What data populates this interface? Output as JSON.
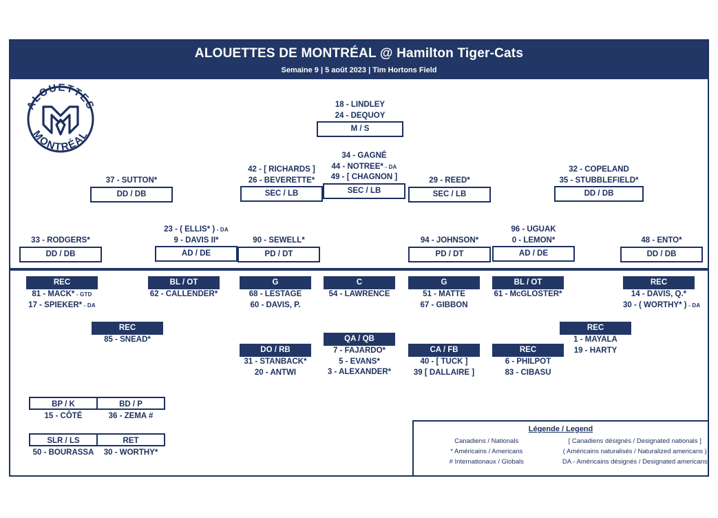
{
  "header": {
    "title": "ALOUETTES DE MONTRÉAL @ Hamilton Tiger-Cats",
    "subtitle": "Semaine 9  |  5 août 2023  |  Tim Hortons Field"
  },
  "logo": {
    "top_text": "ALOUETTES",
    "bottom_text": "MONTRÉAL",
    "alt": "Alouettes de Montréal circular crest"
  },
  "defense": [
    {
      "id": "ms",
      "position": "M / S",
      "players": [
        "18 - LINDLEY",
        "24 - DEQUOY"
      ]
    },
    {
      "id": "dd-db-left-outer",
      "position": "DD / DB",
      "players": [
        "37 - SUTTON*"
      ]
    },
    {
      "id": "sec-lb-left",
      "position": "SEC / LB",
      "players": [
        "42 - [ RICHARDS ]",
        "26 - BEVERETTE*"
      ]
    },
    {
      "id": "sec-lb-mid",
      "position": "SEC / LB",
      "players": [
        "34 - GAGNÉ",
        "44 - NOTREE* - DA",
        "49 - [ CHAGNON ]"
      ]
    },
    {
      "id": "sec-lb-right",
      "position": "SEC / LB",
      "players": [
        "29 - REED*"
      ]
    },
    {
      "id": "dd-db-right-outer",
      "position": "DD / DB",
      "players": [
        "32 - COPELAND",
        "35 - STUBBLEFIELD*"
      ]
    },
    {
      "id": "dd-db-far-left",
      "position": "DD / DB",
      "players": [
        "33 - RODGERS*"
      ]
    },
    {
      "id": "ad-de-left",
      "position": "AD / DE",
      "players": [
        "23 - ( ELLIS* ) - DA",
        "9 - DAVIS II*"
      ]
    },
    {
      "id": "pd-dt-left",
      "position": "PD / DT",
      "players": [
        "90 - SEWELL*"
      ]
    },
    {
      "id": "pd-dt-right",
      "position": "PD / DT",
      "players": [
        "94 - JOHNSON*"
      ]
    },
    {
      "id": "ad-de-right",
      "position": "AD / DE",
      "players": [
        "96 - UGUAK",
        "0 - LEMON*"
      ]
    },
    {
      "id": "dd-db-far-right",
      "position": "DD / DB",
      "players": [
        "48 - ENTO*"
      ]
    }
  ],
  "offense": [
    {
      "id": "rec-far-left",
      "position": "REC",
      "players": [
        "81 - MACK* - GTD",
        "17 - SPIEKER* - DA"
      ]
    },
    {
      "id": "bl-ot-left",
      "position": "BL / OT",
      "players": [
        "62 - CALLENDER*"
      ]
    },
    {
      "id": "g-left",
      "position": "G",
      "players": [
        "68 - LESTAGE",
        "60 - DAVIS, P."
      ]
    },
    {
      "id": "c-center",
      "position": "C",
      "players": [
        "54 - LAWRENCE"
      ]
    },
    {
      "id": "g-right",
      "position": "G",
      "players": [
        "51 - MATTE",
        "67 - GIBBON"
      ]
    },
    {
      "id": "bl-ot-right",
      "position": "BL / OT",
      "players": [
        "61 - McGLOSTER*"
      ]
    },
    {
      "id": "rec-far-right",
      "position": "REC",
      "players": [
        "14 - DAVIS, Q.*",
        "30 - ( WORTHY* ) - DA"
      ]
    },
    {
      "id": "rec-slot-left",
      "position": "REC",
      "players": [
        "85 - SNEAD*"
      ]
    },
    {
      "id": "rec-slot-right",
      "position": "REC",
      "players": [
        "1 - MAYALA",
        "19 - HARTY"
      ]
    },
    {
      "id": "do-rb",
      "position": "DO / RB",
      "players": [
        "31 - STANBACK*",
        "20 - ANTWI"
      ]
    },
    {
      "id": "qa-qb",
      "position": "QA / QB",
      "players": [
        "7 - FAJARDO*",
        "5 - EVANS*",
        "3 - ALEXANDER*"
      ]
    },
    {
      "id": "ca-fb",
      "position": "CA / FB",
      "players": [
        "40 - [ TUCK ]",
        "39 [ DALLAIRE ]"
      ]
    },
    {
      "id": "rec-right-inner",
      "position": "REC",
      "players": [
        "6 - PHILPOT",
        "83 - CIBASU"
      ]
    }
  ],
  "special_teams": [
    {
      "id": "st-row-1",
      "cells": [
        {
          "position": "BP / K",
          "player": "15 - CÔTÉ"
        },
        {
          "position": "BD / P",
          "player": "36 - ZEMA #"
        }
      ]
    },
    {
      "id": "st-row-2",
      "cells": [
        {
          "position": "SLR / LS",
          "player": "50 - BOURASSA"
        },
        {
          "position": "RET",
          "player": "30 - WORTHY*"
        }
      ]
    }
  ],
  "legend": {
    "title": "Légende / Legend",
    "entries": [
      "Canadiens / Nationals",
      "[ Canadiens désignés / Designated nationals ]",
      "* Américains / Americans",
      "( Américains naturalisés / Naturalized americans )",
      "# Internationaux / Globals",
      "DA - Américains désignés / Designated americans"
    ]
  },
  "colors": {
    "navy": "#223765",
    "text_navy": "#1c3060",
    "white": "#ffffff"
  }
}
